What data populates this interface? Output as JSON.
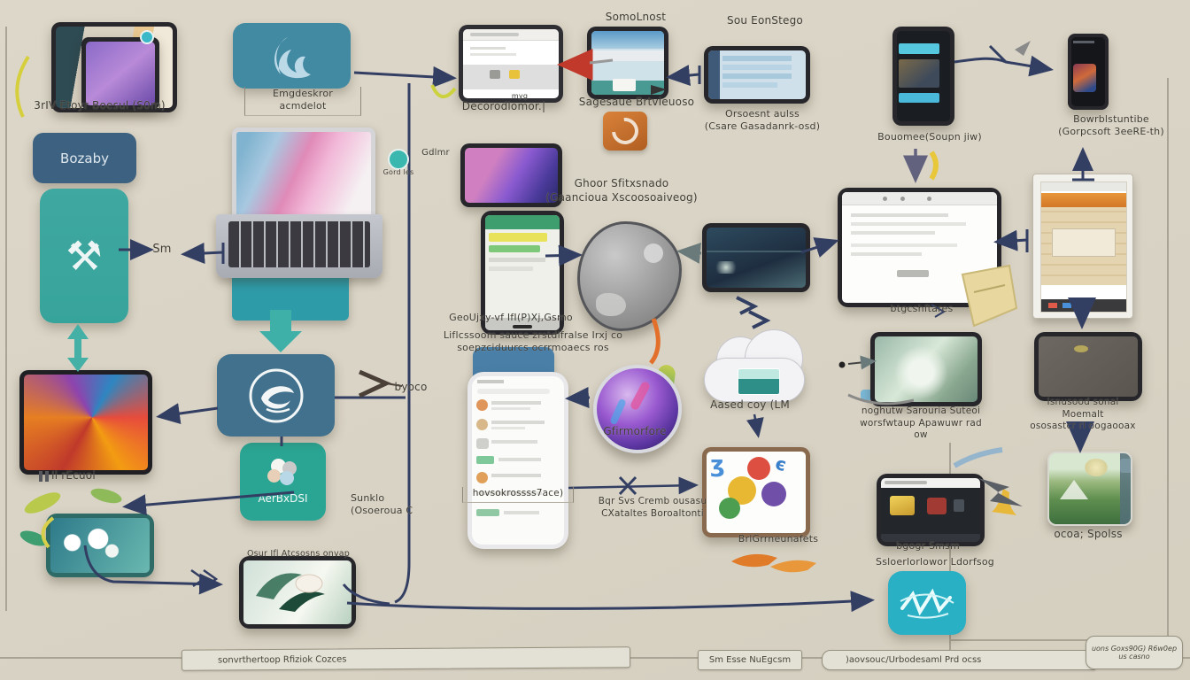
{
  "diagram": {
    "title_hint": "device-workflow-flowchart",
    "background_color": "#d9d3c5",
    "arrow_color": "#333e63",
    "teal_color": "#3fb0a8",
    "captions": {
      "top_left_device": "3rIV Etoyr Boesul (S0m)",
      "bozaby": "Bozaby",
      "emgdeskror": "Emgdeskror acmdelot",
      "sm": "Sm",
      "gdlmr": "Gdlmr",
      "gord_les": "Gord les",
      "somolnost": "SomoLnost",
      "decor_small": "myg",
      "decorodlomor": "Decorodlomor.|",
      "sagesaue": "Sagesaue Brtvieuoso",
      "sou_eonstego": "Sou EonStego",
      "orsoesnt_1": "Orsoesnt aulss",
      "orsoesnt_2": "(Csare Gasadanrk-osd)",
      "bouomee": "Bouomee(Soupn jiw)",
      "bowrbl_1": "Bowrblstuntibe",
      "bowrbl_2": "(Gorpcsoft 3eeRE-th)",
      "ghoor_1": "Ghoor Sfitxsnado",
      "ghoor_2": "(Gaancioua Xscoosoaiveog)",
      "geoujxy": "GeoUjxy-vf IfI(P)Xj,Gsmo",
      "liflcssoom_1": "Liflcssoom sauce zrstdlfralse Irxj co",
      "liflcssoom_2": "soepzciduurcs ocrrmoaecs ros",
      "gfirmorfore": "Gfirmorfore",
      "aased": "Aased coy (LM",
      "btgcshftares": "btgcshftares",
      "isnusood_1": "Isnusood sonal Moemalt",
      "isnusood_2": "ososastcr rl oogaooax",
      "noghutw_1": "noghutw Sarouria Suteoi",
      "noghutw_2": "worsfwtaup Apawuwr rad ow",
      "hovsok": "hovsokrossss7ace)",
      "bqr_1": "Bqr Svs Cremb ousasu",
      "bqr_2": "CXataltes Boroaltonti",
      "brlgrrn": "BrlGrrneunafets",
      "bgogr": "bgogr Smsm",
      "ssloer": "Ssloerlorlowor Ldorfsog",
      "ocoa": "ocoa; Spolss",
      "il_recuo": "Il rEcuoi",
      "aerbxdsi": "AerBxDSI",
      "sunklo_1": "Sunklo",
      "sunklo_2": "(Osoeroua C",
      "osur": "Osur Ifl Atcsosns onvap",
      "byoco": "byoco"
    },
    "footer": {
      "bar_left": "sonvrthertoop Rfiziok Cozces",
      "bar_mid1": "Sm Esse NuEgcsm",
      "bar_mid2": ")aovsouc/Urbodesaml Prd ocss",
      "bar_right_1": "uons Goxs90G) R6w0ep",
      "bar_right_2": "us casno"
    }
  }
}
